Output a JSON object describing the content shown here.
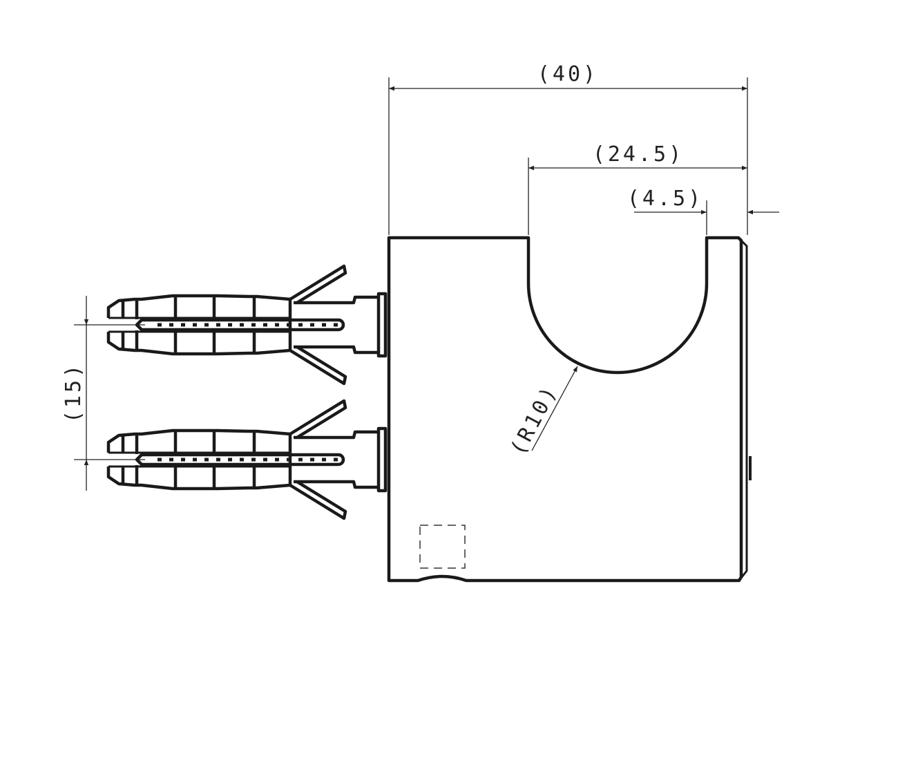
{
  "drawing": {
    "line_color": "#1a1a1a",
    "dimensions": {
      "overall_width": "(40)",
      "slot_offset": "(24.5)",
      "edge_offset": "(4.5)",
      "anchor_spacing": "(15)",
      "slot_radius": "(R10)"
    },
    "anchor_count": 2
  }
}
